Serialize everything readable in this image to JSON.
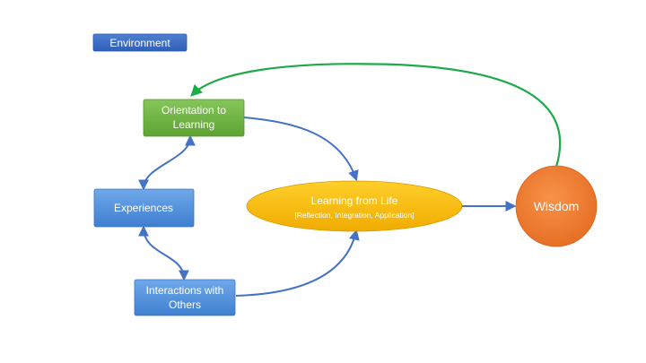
{
  "nodes": {
    "environment": {
      "label": "Environment"
    },
    "orientation": {
      "line1": "Orientation to",
      "line2": "Learning"
    },
    "experiences": {
      "label": "Experiences"
    },
    "interactions": {
      "line1": "Interactions with",
      "line2": "Others"
    },
    "learning": {
      "title": "Learning from Life",
      "subtitle": "[Reflection, Integration, Application]"
    },
    "wisdom": {
      "label": "Wisdom"
    }
  },
  "colors": {
    "blue_box": "#4f8fd9",
    "green_box": "#6cb33f",
    "yellow_ellipse": "#f2b400",
    "orange_circle": "#ee7a2d",
    "arrow_blue": "#4472c4",
    "arrow_green": "#1faa4a"
  }
}
